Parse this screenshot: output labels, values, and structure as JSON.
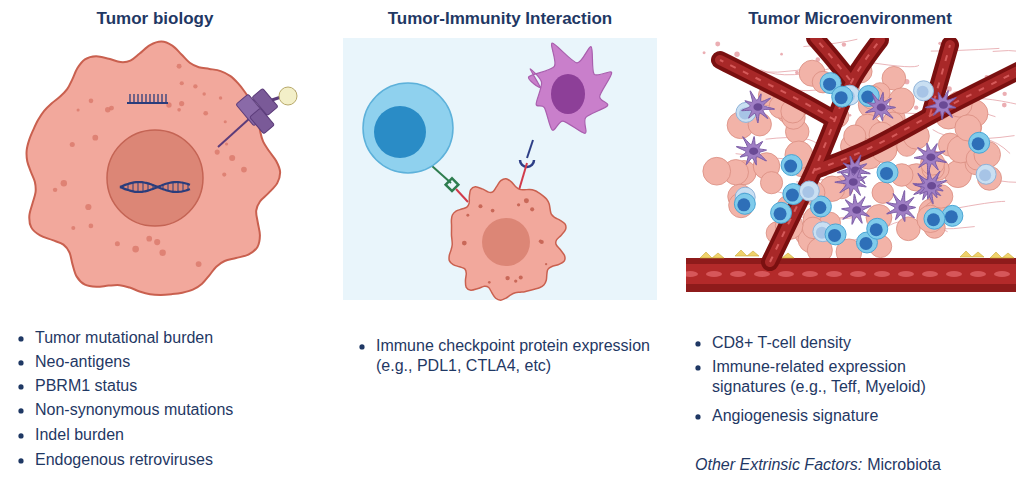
{
  "diagram": {
    "labels": [
      "Tumor biology",
      "Tumor-Immunity Interaction",
      "Tumor Microenvironment",
      "Tumor mutational burden",
      "Neo-antigens",
      "PBRM1 status",
      "Non-synonymous mutations",
      "Indel burden",
      "Endogenous retroviruses",
      "Immune checkpoint protein expression (e.g., PDL1, CTLA4, etc)",
      "CD8+ T-cell density",
      "Immune-related expression signatures (e.g., Teff, Myeloid)",
      "Angiogenesis signature",
      "Other Extrinsic Factors:",
      "Microbiota"
    ]
  }
}
